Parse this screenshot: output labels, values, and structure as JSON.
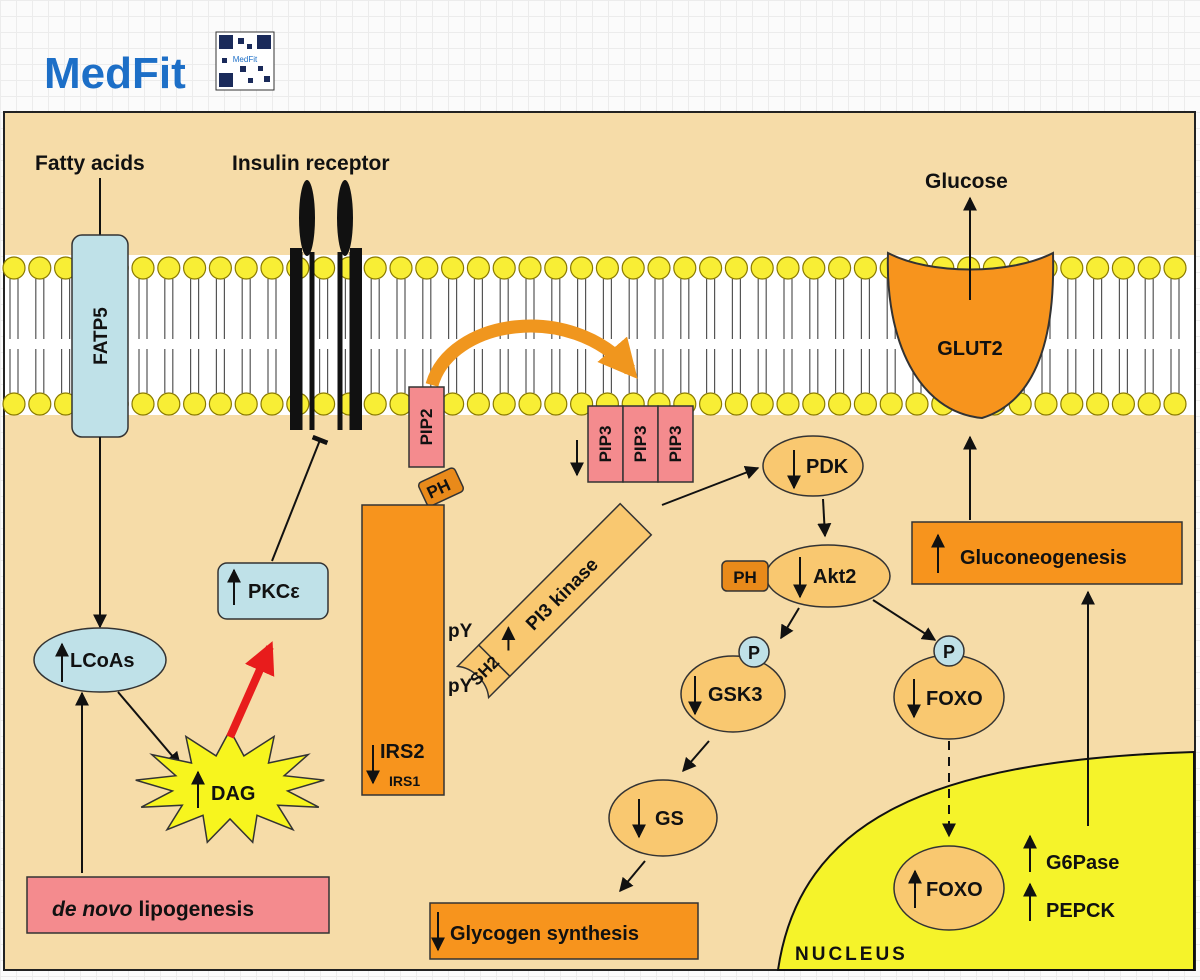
{
  "logo": {
    "brand": "MedFit",
    "qr_caption": "MedFit"
  },
  "membrane": {
    "fatty_acids": "Fatty acids",
    "insulin_receptor": "Insulin receptor",
    "glucose": "Glucose",
    "fatp5": "FATP5",
    "glut2": "GLUT2",
    "pip2": "PIP2",
    "pip3": "PIP3"
  },
  "cytoplasm": {
    "ph": "PH",
    "irs2": "IRS2",
    "irs1": "IRS1",
    "py": "pY",
    "sh2": "SH2",
    "pi3_kinase": "PI3 kinase",
    "pdk": "PDK",
    "akt2": "Akt2",
    "p": "P",
    "gsk3": "GSK3",
    "foxo": "FOXO",
    "gs": "GS",
    "glycogen_synthesis": "Glycogen synthesis",
    "gluconeogenesis": "Gluconeogenesis",
    "lcoas": "LCoAs",
    "dag": "DAG",
    "pkc": "PKCε",
    "de_novo": "de novo",
    "lipogenesis": "lipogenesis"
  },
  "nucleus": {
    "label": "NUCLEUS",
    "foxo": "FOXO",
    "g6pase": "G6Pase",
    "pepck": "PEPCK"
  },
  "colors": {
    "cytoplasm": "#f6dca8",
    "membrane_head": "#f8ee35",
    "orange": "#f7941d",
    "light_orange": "#f9c870",
    "pink": "#f48b8e",
    "light_blue": "#bfe1e8",
    "nucleus": "#f5f32a",
    "red_arrow": "#e81c1c"
  }
}
